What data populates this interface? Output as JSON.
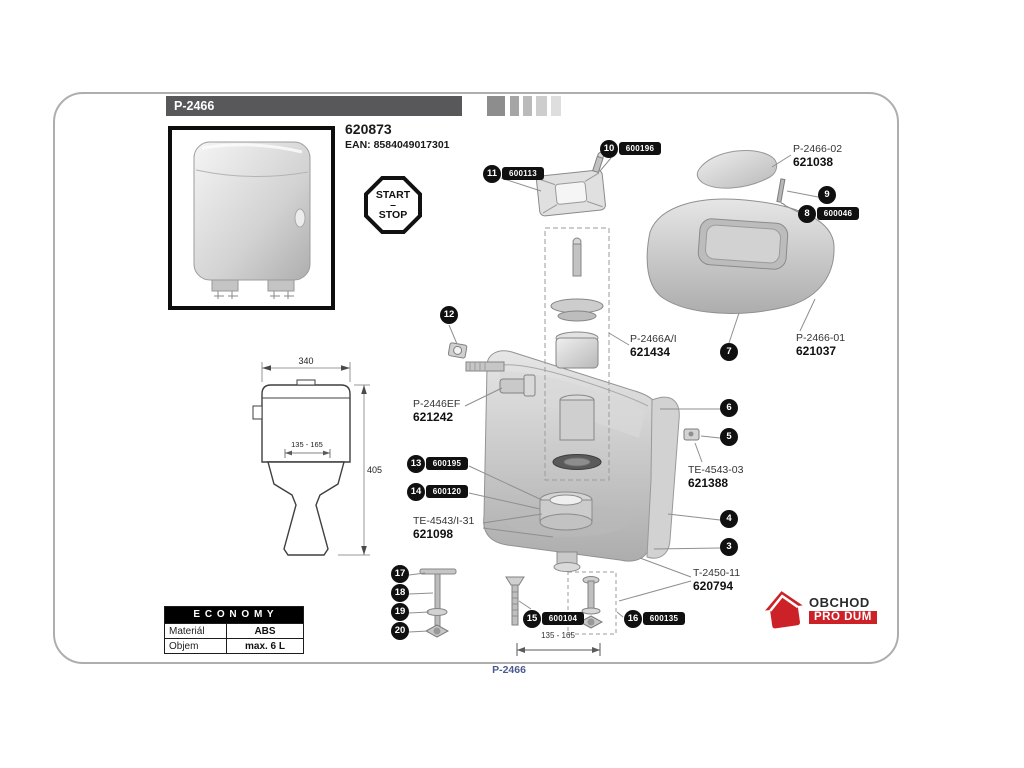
{
  "header": {
    "title": "P-2466"
  },
  "product": {
    "number": "620873",
    "ean": "EAN: 8584049017301"
  },
  "start_stop_badge": {
    "top": "START",
    "divider": "–",
    "bottom": "STOP"
  },
  "tech_drawing": {
    "dim_width": "340",
    "dim_height": "405",
    "dim_range": "135 - 165"
  },
  "bottom_dim": "135 - 165",
  "economy": {
    "title": "E C O N O M Y",
    "rows": [
      {
        "label": "Materiál",
        "value": "ABS"
      },
      {
        "label": "Objem",
        "value": "max. 6 L"
      }
    ]
  },
  "callouts": [
    {
      "num": "3"
    },
    {
      "num": "4"
    },
    {
      "num": "5"
    },
    {
      "num": "6"
    },
    {
      "num": "7"
    },
    {
      "num": "8",
      "code": "600046"
    },
    {
      "num": "9"
    },
    {
      "num": "10",
      "code": "600196"
    },
    {
      "num": "11",
      "code": "600113"
    },
    {
      "num": "12"
    },
    {
      "num": "13",
      "code": "600195"
    },
    {
      "num": "14",
      "code": "600120"
    },
    {
      "num": "15",
      "code": "600104"
    },
    {
      "num": "16",
      "code": "600135"
    },
    {
      "num": "17"
    },
    {
      "num": "18"
    },
    {
      "num": "19"
    },
    {
      "num": "20"
    }
  ],
  "part_labels": [
    {
      "name": "P-2466-02",
      "code": "621038"
    },
    {
      "name": "P-2466-01",
      "code": "621037"
    },
    {
      "name": "P-2466A/I",
      "code": "621434"
    },
    {
      "name": "P-2446EF",
      "code": "621242"
    },
    {
      "name": "TE-4543-03",
      "code": "621388"
    },
    {
      "name": "TE-4543/I-31",
      "code": "621098"
    },
    {
      "name": "T-2450-11",
      "code": "620794"
    }
  ],
  "footer": {
    "code": "P-2466"
  },
  "logo": {
    "line1": "OBCHOD",
    "line2": "PRO DŮM"
  },
  "colors": {
    "logo_red": "#cc2127",
    "callout_black": "#111111",
    "header_gray": "#58585a",
    "footer_blue": "#4a5a8f"
  }
}
